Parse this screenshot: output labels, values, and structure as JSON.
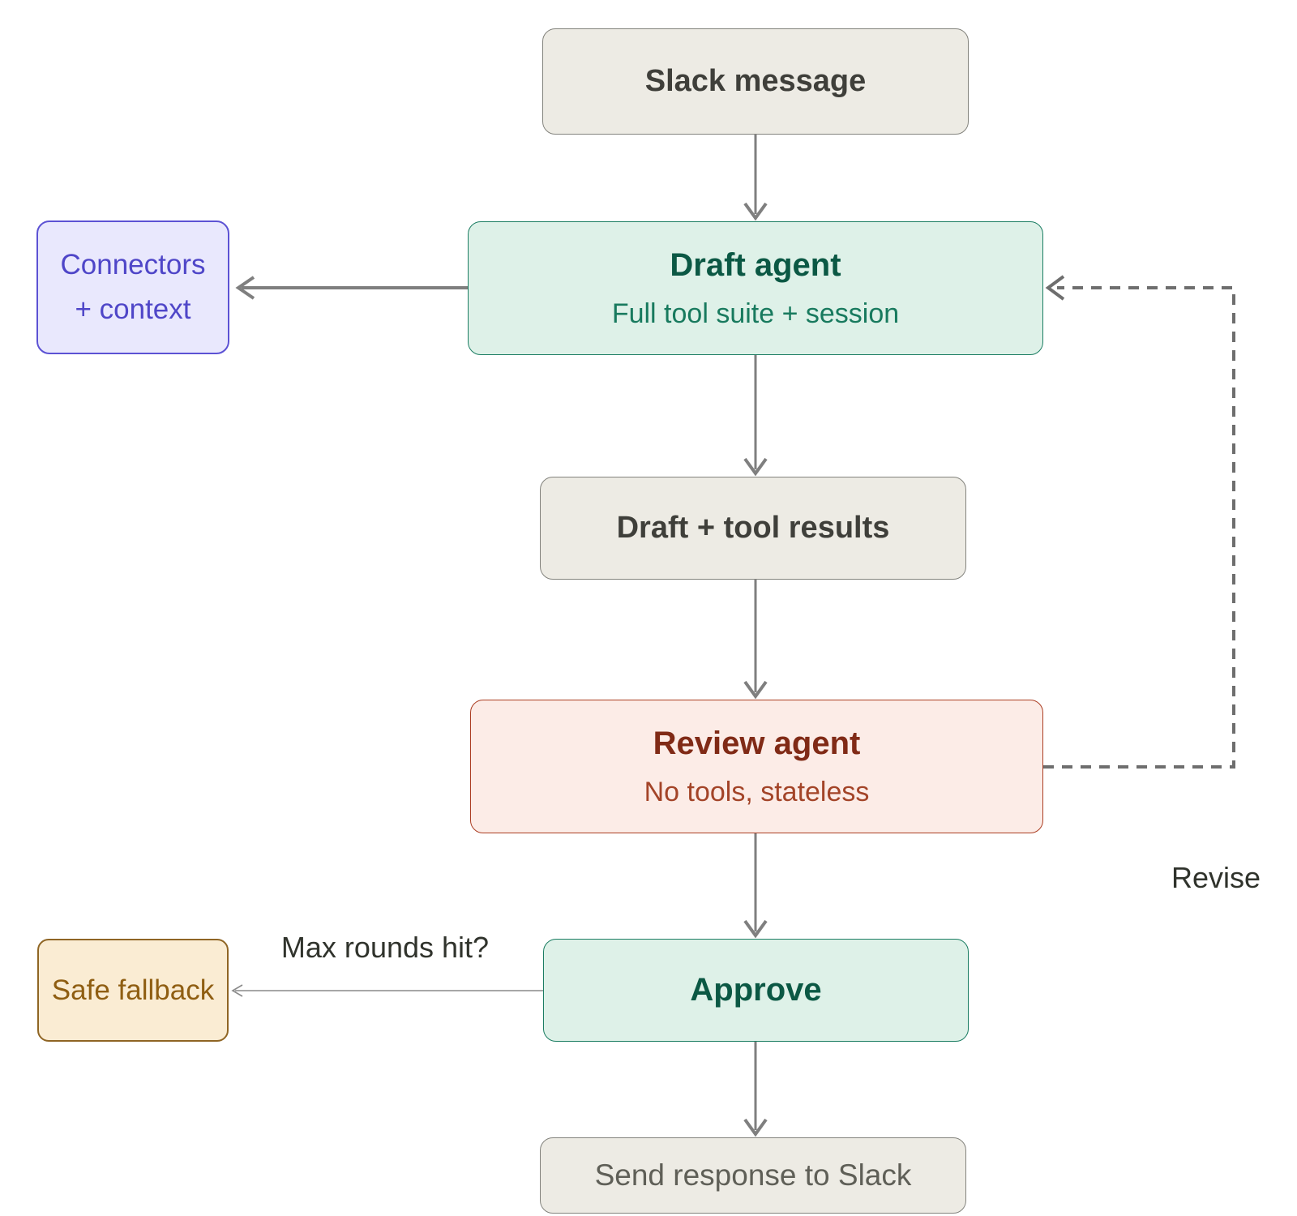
{
  "diagram_type": "flowchart",
  "nodes": {
    "slack_message": {
      "label": "Slack message"
    },
    "draft_agent": {
      "title": "Draft agent",
      "subtitle": "Full tool suite + session"
    },
    "connectors": {
      "line1": "Connectors",
      "line2": "+ context"
    },
    "draft_results": {
      "label": "Draft + tool results"
    },
    "review_agent": {
      "title": "Review agent",
      "subtitle": "No tools, stateless"
    },
    "approve": {
      "label": "Approve"
    },
    "safe_fallback": {
      "label": "Safe fallback"
    },
    "send_response": {
      "label": "Send response to Slack"
    }
  },
  "edge_labels": {
    "max_rounds": "Max rounds hit?",
    "revise": "Revise"
  },
  "edges": [
    {
      "from": "Slack message",
      "to": "Draft agent",
      "style": "solid-arrow"
    },
    {
      "from": "Draft agent",
      "to": "Connectors + context",
      "style": "solid-arrow"
    },
    {
      "from": "Draft agent",
      "to": "Draft + tool results",
      "style": "solid-arrow"
    },
    {
      "from": "Draft + tool results",
      "to": "Review agent",
      "style": "solid-arrow"
    },
    {
      "from": "Review agent",
      "to": "Approve",
      "style": "solid-arrow"
    },
    {
      "from": "Review agent",
      "to": "Draft agent",
      "style": "dashed-arrow",
      "label": "Revise"
    },
    {
      "from": "Approve",
      "to": "Safe fallback",
      "style": "thin-arrow",
      "label": "Max rounds hit?"
    },
    {
      "from": "Approve",
      "to": "Send response to Slack",
      "style": "solid-arrow"
    }
  ],
  "colors": {
    "background": "#ffffff",
    "neutral_box_bg": "#edebe4",
    "neutral_box_border": "#83837d",
    "neutral_text": "#3f3f3a",
    "green_box_bg": "#def1e8",
    "green_box_border": "#1b7d62",
    "green_title": "#0b5844",
    "green_subtitle": "#187a5e",
    "purple_box_bg": "#e9e8fd",
    "purple_box_border": "#5c52d4",
    "purple_text": "#4f46c8",
    "red_box_bg": "#fcece7",
    "red_box_border": "#ab3d22",
    "red_title": "#802a16",
    "red_subtitle": "#a34428",
    "orange_box_bg": "#faecd3",
    "orange_box_border": "#8f6524",
    "orange_text": "#8f5e12",
    "arrow": "#7f7f7f",
    "dashed_arrow": "#6e6e6e",
    "label_text": "#30332c"
  }
}
